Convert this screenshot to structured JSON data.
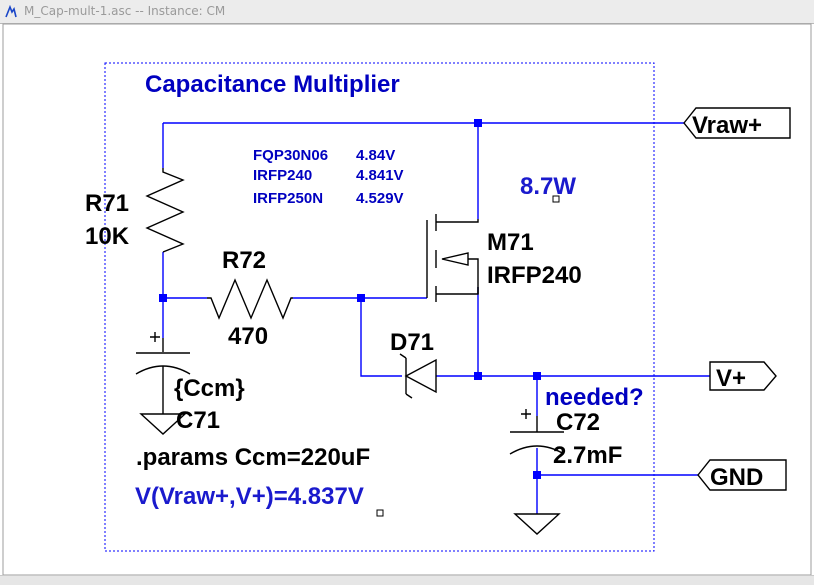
{
  "window": {
    "title": "M_Cap-mult-1.asc -- Instance: CM",
    "app_icon": "ltspice-icon"
  },
  "schematic": {
    "box_title": "Capacitance Multiplier",
    "notes": [
      {
        "model": "FQP30N06",
        "value": "4.84V"
      },
      {
        "model": "IRFP240",
        "value": "4.841V"
      },
      {
        "model": "IRFP250N",
        "value": "4.529V"
      }
    ],
    "power_readout": "8.7W",
    "components": {
      "R71": {
        "ref": "R71",
        "value": "10K"
      },
      "R72": {
        "ref": "R72",
        "value": "470"
      },
      "M71": {
        "ref": "M71",
        "value": "IRFP240"
      },
      "D71": {
        "ref": "D71"
      },
      "C71": {
        "ref": "C71",
        "value": "{Ccm}"
      },
      "C72": {
        "ref": "C72",
        "value": "2.7mF"
      }
    },
    "comment": "needed?",
    "params_directive": ".params Ccm=220uF",
    "measurement": "V(Vraw+,V+)=4.837V",
    "ports": {
      "vraw": "Vraw+",
      "vplus": "V+",
      "gnd": "GND"
    },
    "colors": {
      "wire": "#0000ff",
      "component": "#000000",
      "annotation": "#0000c0",
      "measure": "#1a1acd"
    }
  }
}
